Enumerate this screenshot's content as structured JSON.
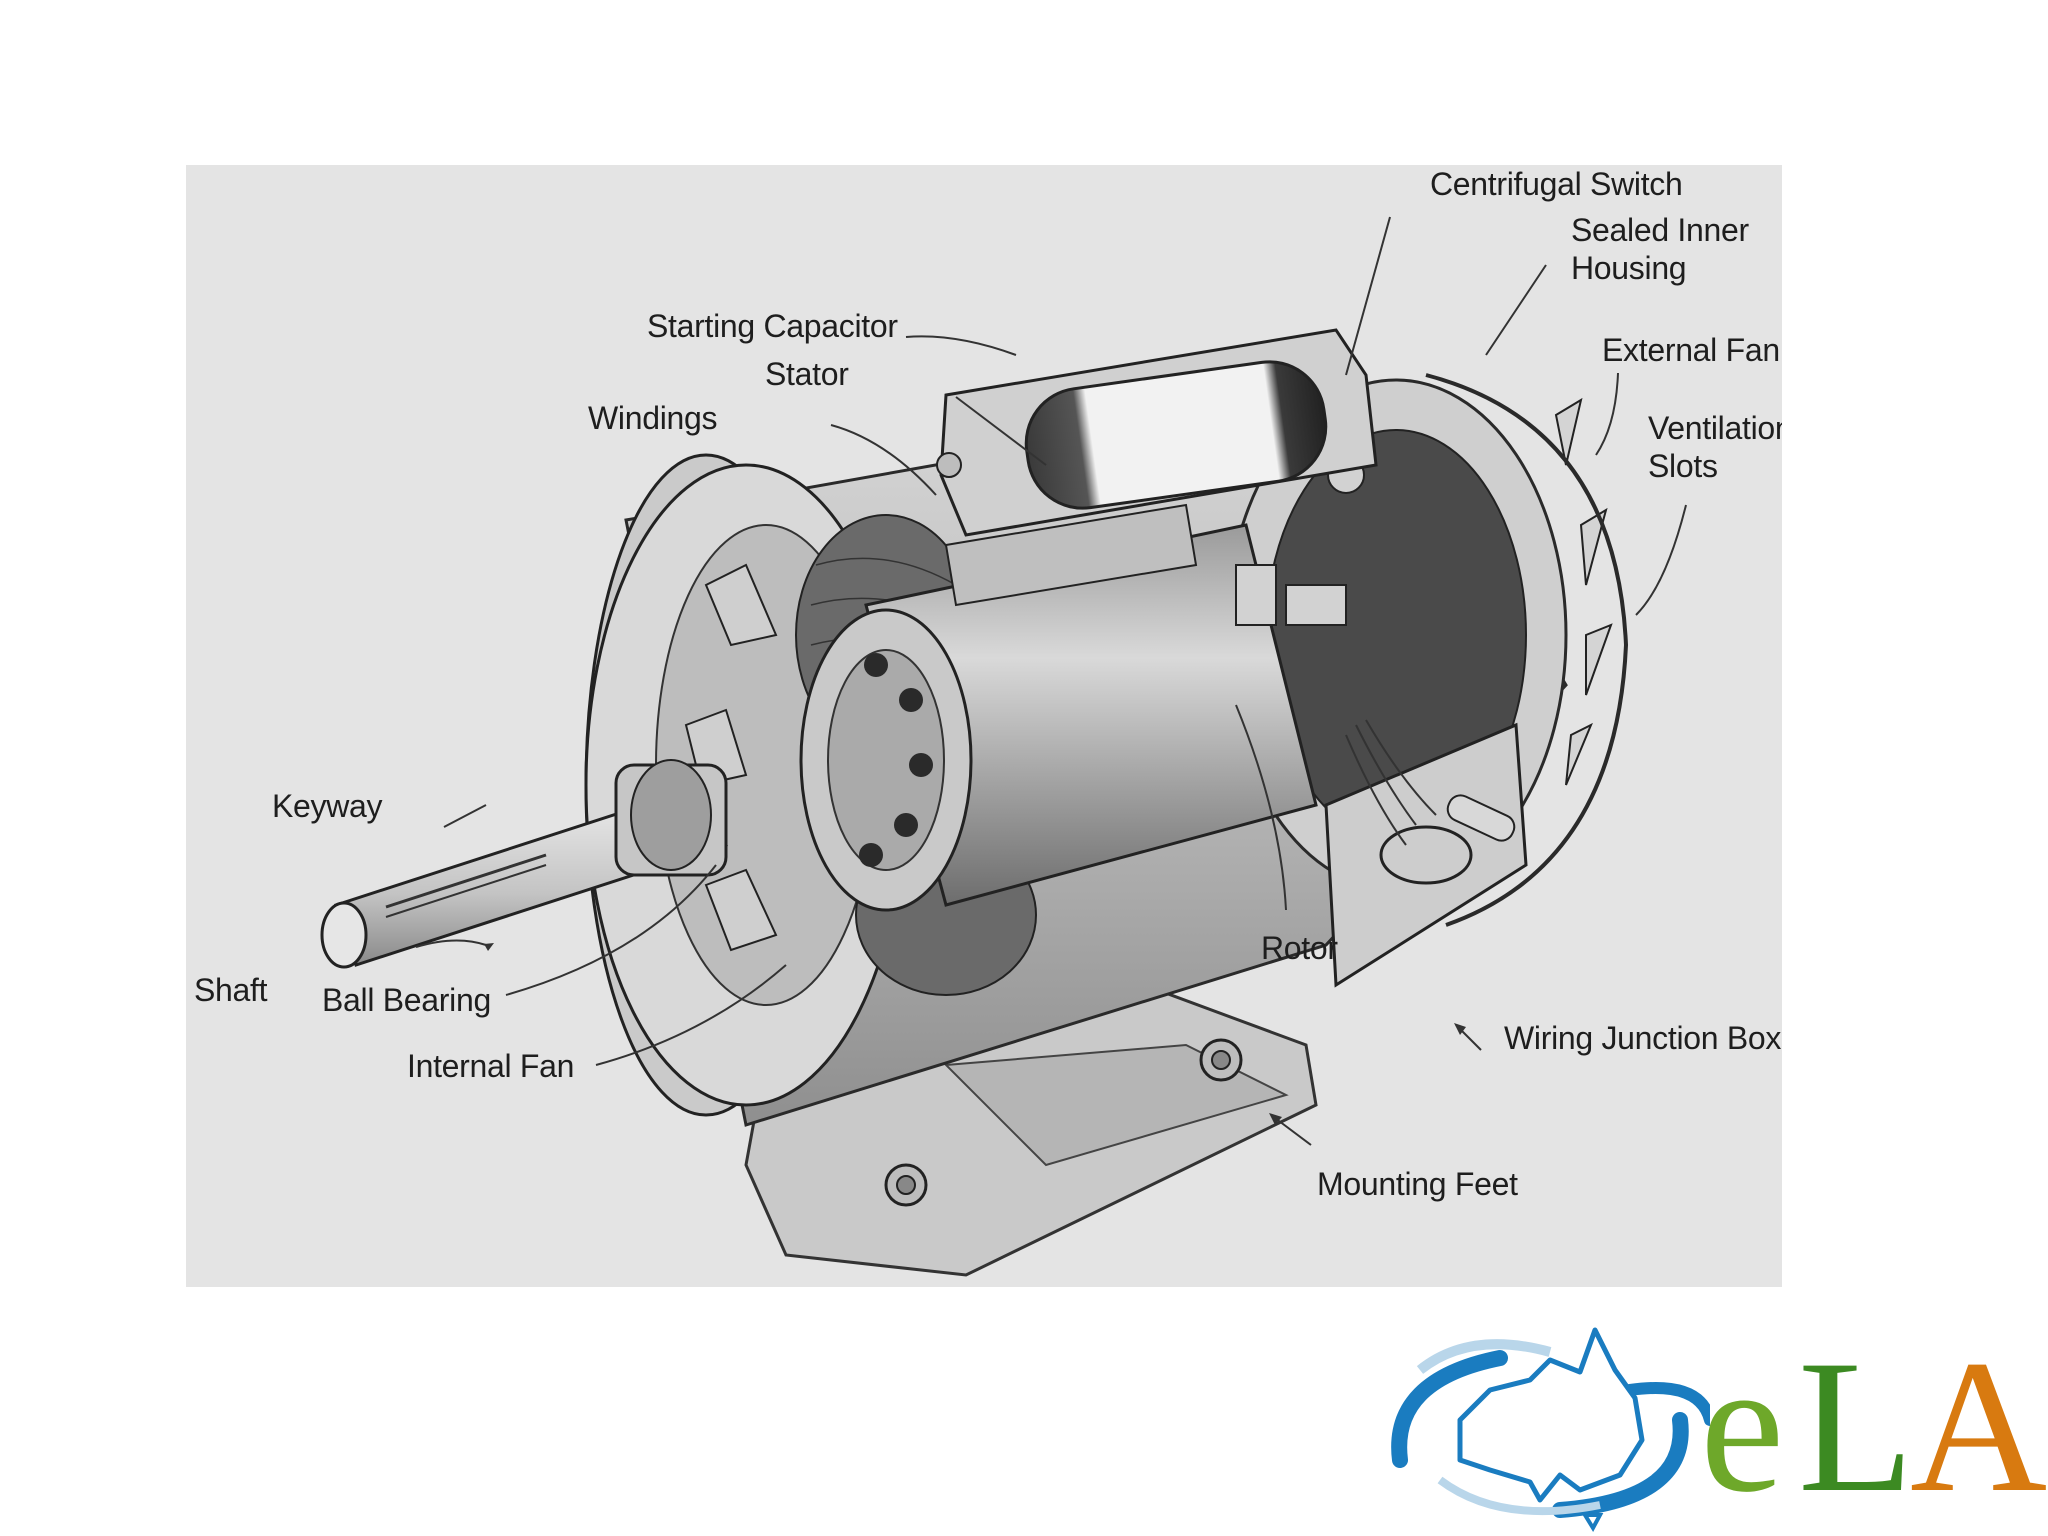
{
  "labels": {
    "centrifugal_switch": "Centrifugal Switch",
    "sealed_inner_housing_1": "Sealed Inner",
    "sealed_inner_housing_2": "Housing",
    "external_fan": "External Fan",
    "ventilation_slots_1": "Ventilation",
    "ventilation_slots_2": "Slots",
    "starting_capacitor": "Starting Capacitor",
    "stator": "Stator",
    "windings": "Windings",
    "keyway": "Keyway",
    "shaft": "Shaft",
    "ball_bearing": "Ball Bearing",
    "internal_fan": "Internal Fan",
    "rotor": "Rotor",
    "wiring_junction_box": "Wiring Junction Box",
    "mounting_feet": "Mounting Feet"
  },
  "logo": {
    "letter_e": "e",
    "letter_l": "L",
    "letter_a": "A",
    "colors": {
      "map": "#1a7cc0",
      "ring": "#1a7cc0",
      "e": "#6ea82a",
      "l": "#3c8a22",
      "a": "#d87a10"
    }
  },
  "colors": {
    "figure_background": "#e4e4e4",
    "label_text": "#1e1e1e"
  }
}
